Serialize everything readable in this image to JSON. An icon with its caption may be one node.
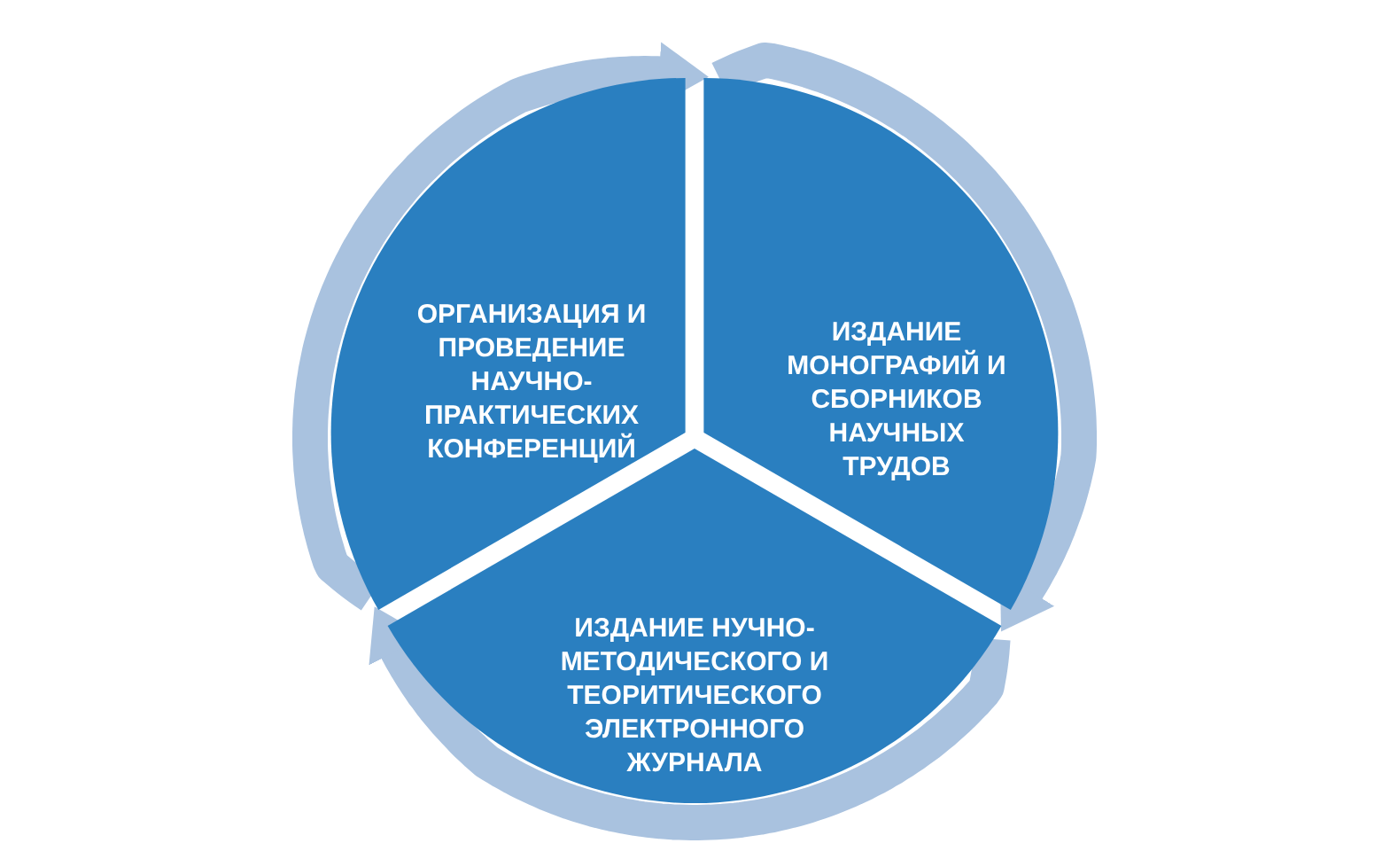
{
  "diagram": {
    "nodes": [
      {
        "text": [
          "ОРГАНИЗАЦИЯ И ПРОВЕДЕНИЕ НАУЧНО-ПРАКТИЧЕСКИХ КОНФЕРЕНЦИЙ"
        ]
      },
      {
        "text": [
          "ИЗДАНИЕ МОНОГРАФИЙ И СБОРНИКОВ НАУЧНЫХ ТРУДОВ"
        ]
      },
      {
        "text": [
          "ИЗДАНИЕ НУЧНО-МЕТОДИЧЕСКОГО И ТЕОРИТИЧЕСКОГО ЭЛЕКТРОННОГО ЖУРНАЛА"
        ]
      }
    ],
    "edges": [
      {
        "from": 0,
        "to": 1,
        "arrow": "to"
      },
      {
        "from": 1,
        "to": 2,
        "arrow": "to"
      },
      {
        "from": 2,
        "to": 0,
        "arrow": "to"
      }
    ]
  }
}
